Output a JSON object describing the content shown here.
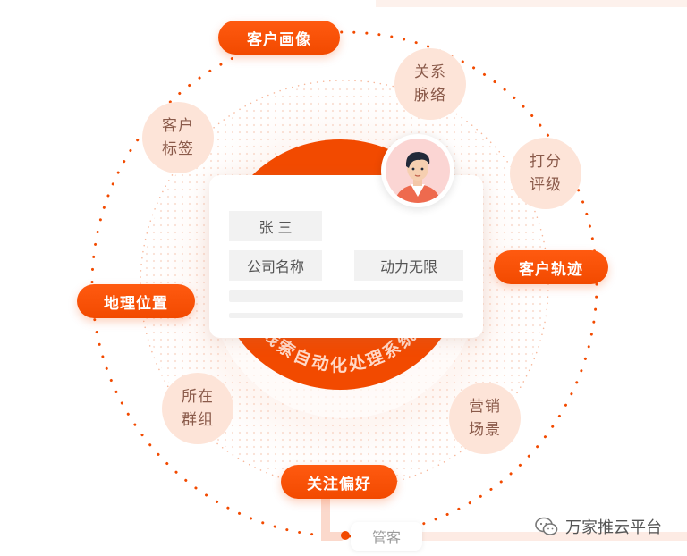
{
  "pills": {
    "customer_portrait": "客户画像",
    "customer_track": "客户轨迹",
    "geo_location": "地理位置",
    "follow_preference": "关注偏好"
  },
  "bubbles": {
    "relation": [
      "关系",
      "脉络"
    ],
    "score": [
      "打分",
      "评级"
    ],
    "tags": [
      "客户",
      "标签"
    ],
    "group": [
      "所在",
      "群组"
    ],
    "marketing": [
      "营销",
      "场景"
    ]
  },
  "card": {
    "name": "张    三",
    "company_label": "公司名称",
    "company_value": "动力无限"
  },
  "center_arc_text": "线索自动化处理系统",
  "guest_label": "管客",
  "watermark": "万家推云平台",
  "colors": {
    "accent": "#f24a00",
    "bubble": "#fde4d8",
    "bubble_text": "#8a5a4a"
  },
  "icons": {
    "avatar": "person-avatar-icon",
    "watermark": "wechat-icon"
  }
}
